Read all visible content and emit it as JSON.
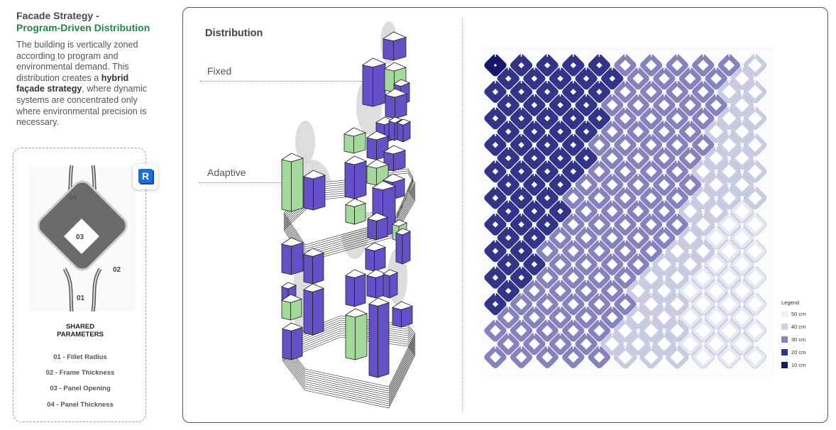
{
  "sidebar": {
    "title_line1": "Facade Strategy -",
    "title_line2": "Program-Driven Distribution",
    "desc_before": "The building is vertically zoned according to program and environmental demand. This distribution creates a ",
    "desc_bold": "hybrid façade strategy",
    "desc_after": ", where dynamic systems are concentrated only where environmental precision is necessary.",
    "card": {
      "labels": {
        "l01": "01",
        "l02": "02",
        "l03": "03",
        "l04": "04"
      },
      "revit_badge": "R",
      "shared_heading_1": "SHARED",
      "shared_heading_2": "PARAMETERS",
      "params": [
        "01 - Fillet Radius",
        "02 - Frame Thickness",
        "03 - Panel Opening",
        "04 - Panel Thickness"
      ]
    }
  },
  "main": {
    "title": "Distribution",
    "label_fixed": "Fixed",
    "label_adaptive": "Adaptive",
    "colors": {
      "adaptive": "#a3d99b",
      "fixed": "#6650c8"
    }
  },
  "facade_grid": {
    "legend_title": "Legend",
    "legend": [
      {
        "label": "50 cm",
        "color": "#eef2f9"
      },
      {
        "label": "40 cm",
        "color": "#cdd2e6"
      },
      {
        "label": "30 cm",
        "color": "#8583bd"
      },
      {
        "label": "20 cm",
        "color": "#333389"
      },
      {
        "label": "10 cm",
        "color": "#18186a"
      }
    ],
    "level_colors": {
      "1": "#18186a",
      "2": "#333389",
      "3": "#8583bd",
      "4": "#c9cde4",
      "5": "#e4e9f4"
    },
    "rows": [
      "12222333334",
      "2222233334",
      "22222333344",
      "2222333334",
      "22222333344",
      "2222333344",
      "22223333344",
      "2222333344",
      "22223333444",
      "2223333344",
      "22233333444",
      "2223333445",
      "22233333455",
      "2233333455",
      "22333334455",
      "2233334455",
      "22333344555",
      "2333344555",
      "23333344555",
      "3333344555",
      "33333444555",
      "3333444555",
      "33333444555"
    ]
  }
}
